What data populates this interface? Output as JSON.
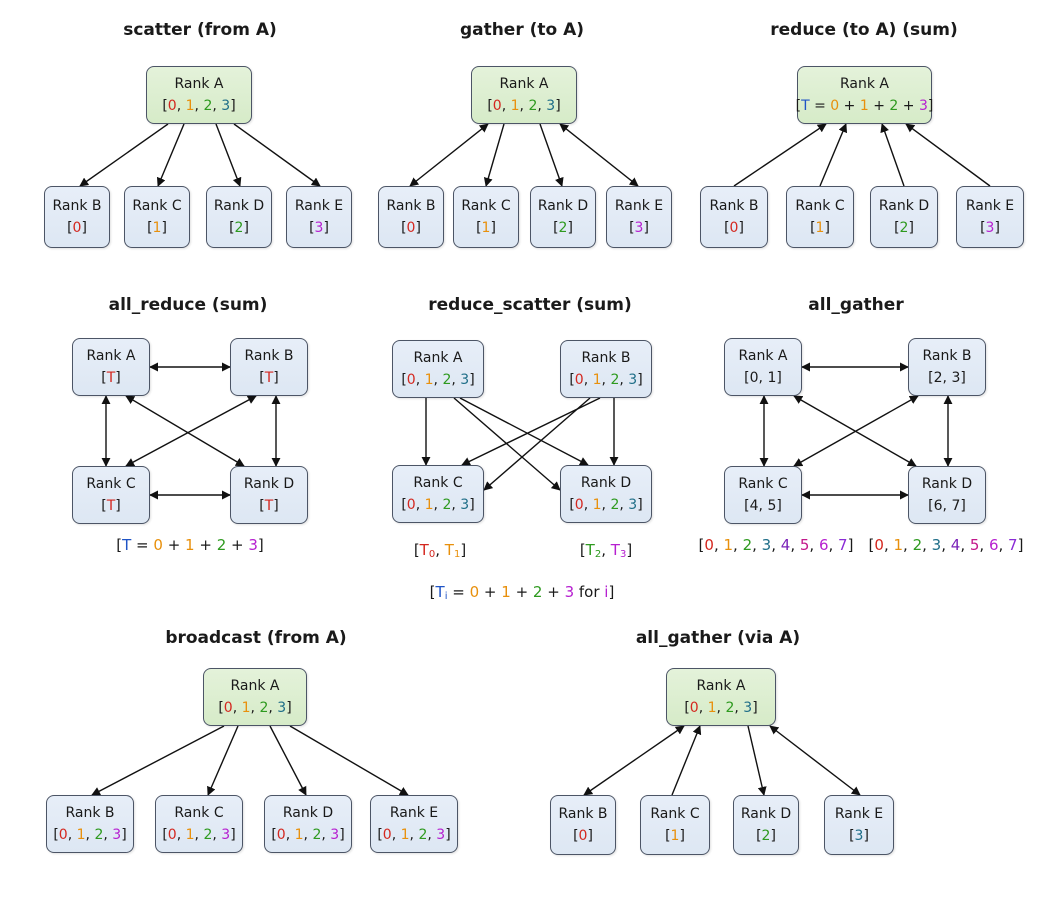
{
  "title_scatter": "scatter (from A)",
  "title_gather": "gather (to A)",
  "title_reduce": "reduce (to A)  (sum)",
  "title_allreduce": "all_reduce (sum)",
  "title_reducescatter": "reduce_scatter (sum)",
  "title_allgather": "all_gather",
  "title_broadcast": "broadcast (from A)",
  "title_allgather_via": "all_gather (via A)",
  "sc_a_name": "Rank A",
  "sc_b_name": "Rank B",
  "sc_c_name": "Rank C",
  "sc_d_name": "Rank D",
  "sc_e_name": "Rank E",
  "ga_a_name": "Rank A",
  "ga_b_name": "Rank B",
  "ga_c_name": "Rank C",
  "ga_d_name": "Rank D",
  "ga_e_name": "Rank E",
  "rd_a_name": "Rank A",
  "rd_b_name": "Rank B",
  "rd_c_name": "Rank C",
  "rd_d_name": "Rank D",
  "rd_e_name": "Rank E",
  "ar_a_name": "Rank A",
  "ar_b_name": "Rank B",
  "ar_c_name": "Rank C",
  "ar_d_name": "Rank D",
  "rs_a_name": "Rank A",
  "rs_b_name": "Rank B",
  "rs_c_name": "Rank C",
  "rs_d_name": "Rank D",
  "ag_a_name": "Rank A",
  "ag_b_name": "Rank B",
  "ag_c_name": "Rank C",
  "ag_d_name": "Rank D",
  "bc_a_name": "Rank A",
  "bc_b_name": "Rank B",
  "bc_c_name": "Rank C",
  "bc_d_name": "Rank D",
  "bc_e_name": "Rank E",
  "av_a_name": "Rank A",
  "av_b_name": "Rank B",
  "av_c_name": "Rank C",
  "av_d_name": "Rank D",
  "av_e_name": "Rank E",
  "v": {
    "lb": "[",
    "rb": "]",
    "sep": ", ",
    "eq": " = ",
    "plus": " + ",
    "for": " for ",
    "n0": "0",
    "n1": "1",
    "n2": "2",
    "n3": "3",
    "n4": "4",
    "n5": "5",
    "n6": "6",
    "n7": "7",
    "T": "T",
    "i": "i",
    "s0": "0",
    "s1": "1",
    "s2": "2",
    "s3": "3",
    "si": "i"
  },
  "colors": {
    "n0": "#d4271f",
    "n1": "#e8900c",
    "n2": "#2e9a1f",
    "n3": "#1f6e88",
    "n4": "#7a22b8",
    "n5": "#c2188a",
    "n6": "#b620d0",
    "n7": "#8a2bd6",
    "T": "#1f54c6",
    "source_node": "#d6ebc8",
    "node": "#dde7f3",
    "arrow": "#111111"
  }
}
